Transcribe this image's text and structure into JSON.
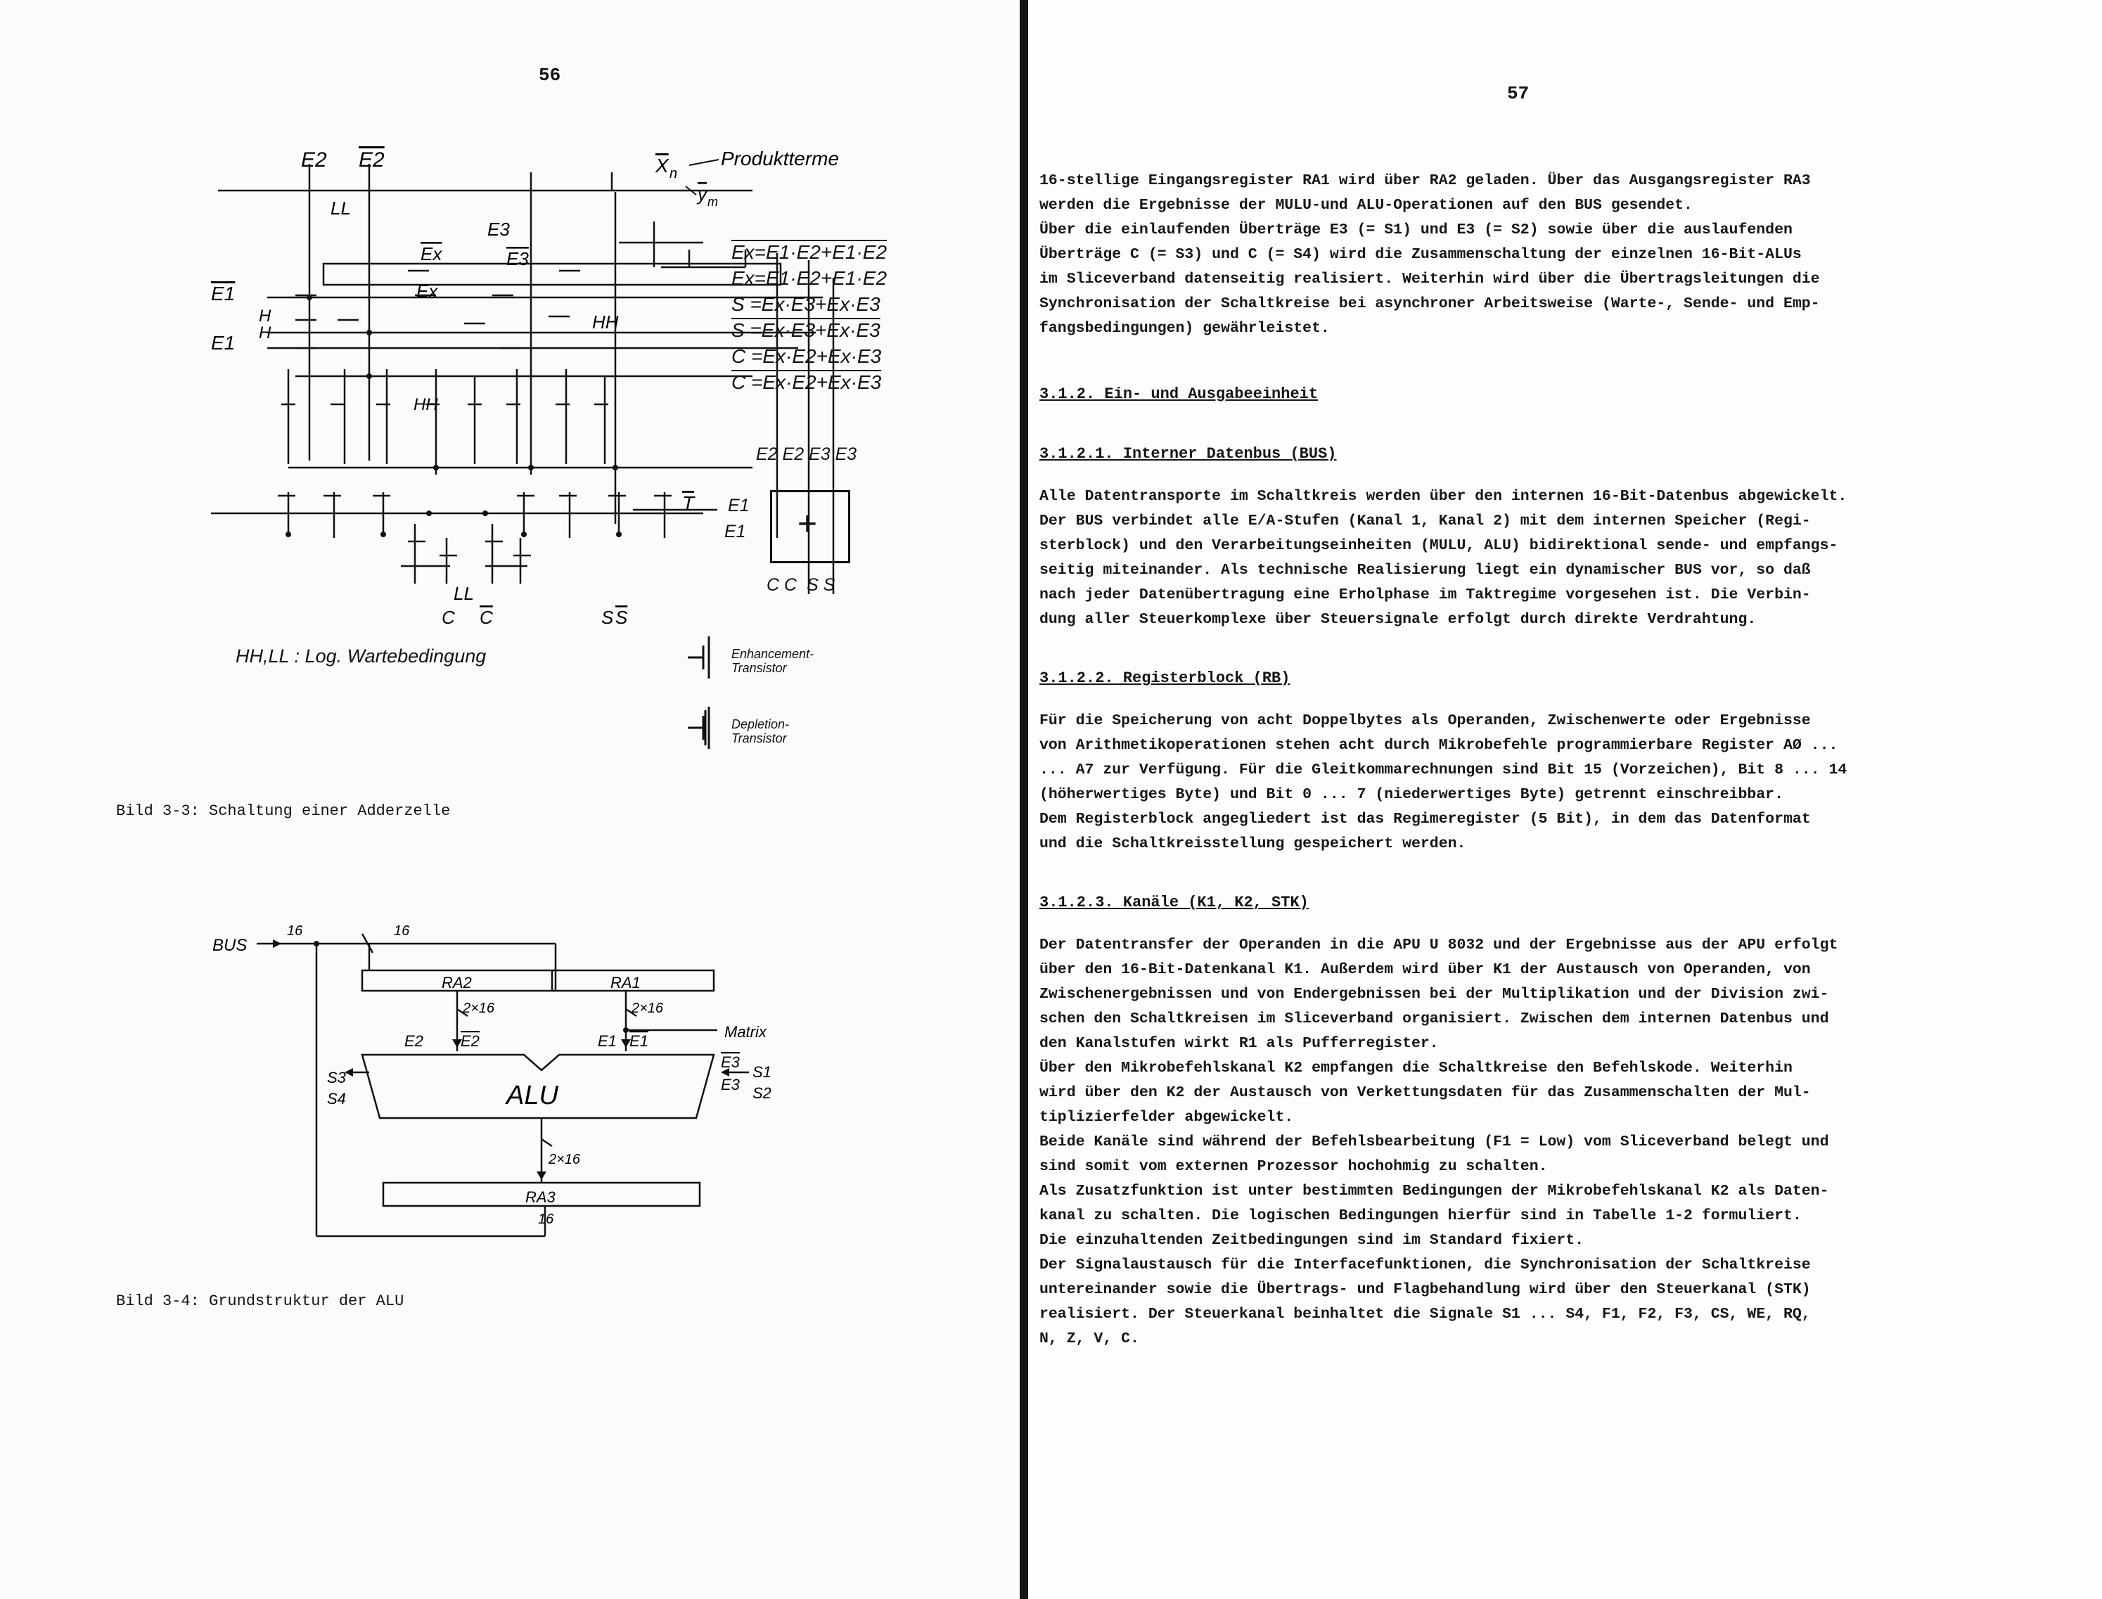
{
  "left_page": {
    "page_number": "56",
    "figure_3_3": {
      "caption": "Bild 3-3: Schaltung einer Adderzelle",
      "labels": {
        "e2": "E2",
        "e2_bar": "E2",
        "ll_top": "LL",
        "xn": "X",
        "xn_sub": "n",
        "produktterme": "Produktterme",
        "ym": "y",
        "ym_sub": "m",
        "e3": "E3",
        "e3_bar": "E3",
        "ex_bar": "Ex",
        "ex": "Ex",
        "e1_bar": "E1",
        "h1": "H",
        "h2": "H",
        "e1": "E1",
        "hh_right": "HH",
        "hh_mid": "HH",
        "t_bar": "T",
        "ll_bottom": "LL",
        "c": "C",
        "c_bar": "C",
        "s": "S",
        "s_bar": "S"
      },
      "equations": [
        "Ex=E1·E2+E1·E2",
        "Ex=E1·E2+E1·E2",
        "S =Ex·E3+Ex·E3",
        "S =Ex·E3+Ex·E3",
        "C =Ex·E2+Ex·E3",
        "C =Ex·E2+Ex·E3"
      ],
      "symbol": {
        "top_labels": "E2 E2 E3 E3",
        "left_labels": [
          "E1",
          "E1"
        ],
        "bottom_labels": "C C  S S",
        "plus": "+"
      },
      "legend_note": "HH,LL : Log. Wartebedingung",
      "enhancement_label": "Enhancement-Transistor",
      "depletion_label": "Depletion-Transistor"
    },
    "figure_3_4": {
      "caption": "Bild 3-4: Grundstruktur der ALU",
      "labels": {
        "bus": "BUS",
        "w16_a": "16",
        "w16_b": "16",
        "ra2": "RA2",
        "ra1": "RA1",
        "w2x16_a": "2×16",
        "w2x16_b": "2×16",
        "matrix": "Matrix",
        "e2": "E2",
        "e2_bar": "E2",
        "e1": "E1",
        "e1_bar": "E1",
        "s3": "S3",
        "s4": "S4",
        "alu": "ALU",
        "e3_bar": "E3",
        "e3": "E3",
        "s1": "S1",
        "s2": "S2",
        "w2x16_c": "2×16",
        "ra3": "RA3",
        "w16_c": "16"
      }
    }
  },
  "right_page": {
    "page_number": "57",
    "intro_lines": [
      "16-stellige Eingangsregister RA1 wird über RA2 geladen. Über das Ausgangsregister RA3",
      "werden die Ergebnisse der MULU-und ALU-Operationen auf den BUS gesendet.",
      "Über die einlaufenden Überträge E3 (= S1) und E3 (= S2) sowie über die auslaufenden",
      "Überträge C (= S3) und C (= S4) wird die Zusammenschaltung der einzelnen 16-Bit-ALUs",
      "im Sliceverband datenseitig realisiert. Weiterhin wird über die Übertragsleitungen die",
      "Synchronisation der Schaltkreise bei asynchroner Arbeitsweise (Warte-, Sende- und Emp-",
      "fangsbedingungen) gewährleistet."
    ],
    "sections": [
      {
        "heading": "3.1.2. Ein- und Ausgabeeinheit",
        "lines": []
      },
      {
        "heading": "3.1.2.1. Interner Datenbus (BUS)",
        "lines": [
          "Alle Datentransporte im Schaltkreis werden über den internen 16-Bit-Datenbus abgewickelt.",
          "Der BUS verbindet alle E/A-Stufen (Kanal 1, Kanal 2) mit dem internen Speicher (Regi-",
          "sterblock) und den Verarbeitungseinheiten (MULU, ALU) bidirektional sende- und empfangs-",
          "seitig miteinander. Als technische Realisierung liegt ein dynamischer BUS vor, so daß",
          "nach jeder Datenübertragung eine Erholphase im Taktregime vorgesehen ist. Die Verbin-",
          "dung aller Steuerkomplexe über Steuersignale erfolgt durch direkte Verdrahtung."
        ]
      },
      {
        "heading": "3.1.2.2. Registerblock (RB)",
        "lines": [
          "Für die Speicherung von acht Doppelbytes als Operanden, Zwischenwerte oder Ergebnisse",
          "von Arithmetikoperationen stehen acht durch Mikrobefehle programmierbare Register AØ ...",
          "... A7 zur Verfügung. Für die Gleitkommarechnungen sind Bit 15 (Vorzeichen), Bit 8 ... 14",
          "(höherwertiges Byte) und Bit 0 ... 7 (niederwertiges Byte) getrennt einschreibbar.",
          "Dem Registerblock angegliedert ist das Regimeregister (5 Bit), in dem das Datenformat",
          "und die Schaltkreisstellung gespeichert werden."
        ]
      },
      {
        "heading": "3.1.2.3. Kanäle (K1, K2, STK)",
        "lines": [
          "Der Datentransfer der Operanden in die APU U 8032 und der Ergebnisse aus der APU erfolgt",
          "über den 16-Bit-Datenkanal K1. Außerdem wird über K1 der Austausch von Operanden, von",
          "Zwischenergebnissen und von Endergebnissen bei der Multiplikation und der Division zwi-",
          "schen den Schaltkreisen im Sliceverband organisiert. Zwischen dem internen Datenbus und",
          "den Kanalstufen wirkt R1 als Pufferregister.",
          "Über den Mikrobefehlskanal K2 empfangen die Schaltkreise den Befehlskode. Weiterhin",
          "wird über den K2 der Austausch von Verkettungsdaten für das Zusammenschalten der Mul-",
          "tiplizierfelder abgewickelt.",
          "Beide Kanäle sind während der Befehlsbearbeitung (F1 = Low) vom Sliceverband belegt und",
          "sind somit vom externen Prozessor hochohmig zu schalten.",
          "Als Zusatzfunktion ist unter bestimmten Bedingungen der Mikrobefehlskanal K2 als Daten-",
          "kanal zu schalten. Die logischen Bedingungen hierfür sind in Tabelle 1-2 formuliert.",
          "Die einzuhaltenden Zeitbedingungen sind im Standard fixiert.",
          "Der Signalaustausch für die Interfacefunktionen, die Synchronisation der Schaltkreise",
          "untereinander sowie die Übertrags- und Flagbehandlung wird über den Steuerkanal (STK)",
          "realisiert. Der Steuerkanal beinhaltet die Signale S1 ... S4, F1, F2, F3, CS, WE, RQ,",
          "N, Z, V, C."
        ]
      }
    ]
  }
}
